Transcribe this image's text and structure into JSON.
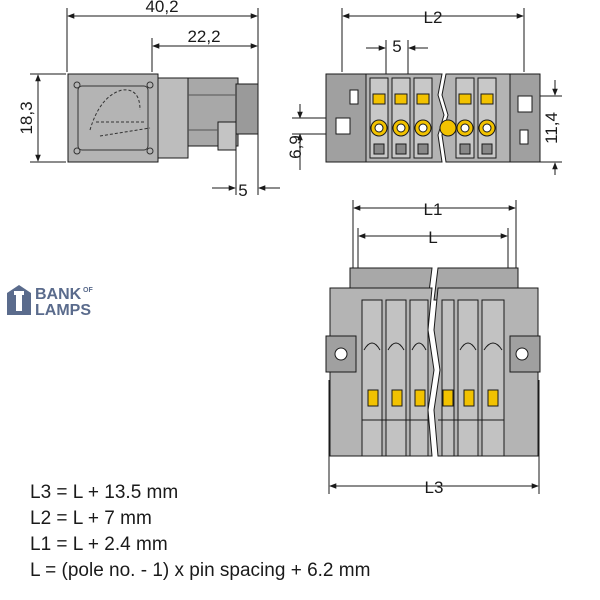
{
  "dimensions": {
    "width_40_2": "40,2",
    "width_22_2": "22,2",
    "width_5_side": "5",
    "height_18_3": "18,3",
    "L2": "L2",
    "pitch_5": "5",
    "height_6_9": "6,9",
    "height_11_4": "11,4",
    "L1": "L1",
    "L": "L",
    "L3": "L3"
  },
  "formulas": [
    "L3 = L + 13.5 mm",
    "L2 = L + 7 mm",
    "L1 = L + 2.4 mm",
    "L = (pole no. - 1) x pin spacing + 6.2 mm"
  ],
  "logo": {
    "line1": "BANK",
    "line1_small": "OF",
    "line2": "LAMPS"
  },
  "colors": {
    "body_gray": "#b4b4b4",
    "dark_gray": "#8c8c8c",
    "light_gray": "#d2d2d2",
    "orange": "#f2c200",
    "line": "#1a1a1a",
    "logo_blue": "#5a6b8c"
  }
}
